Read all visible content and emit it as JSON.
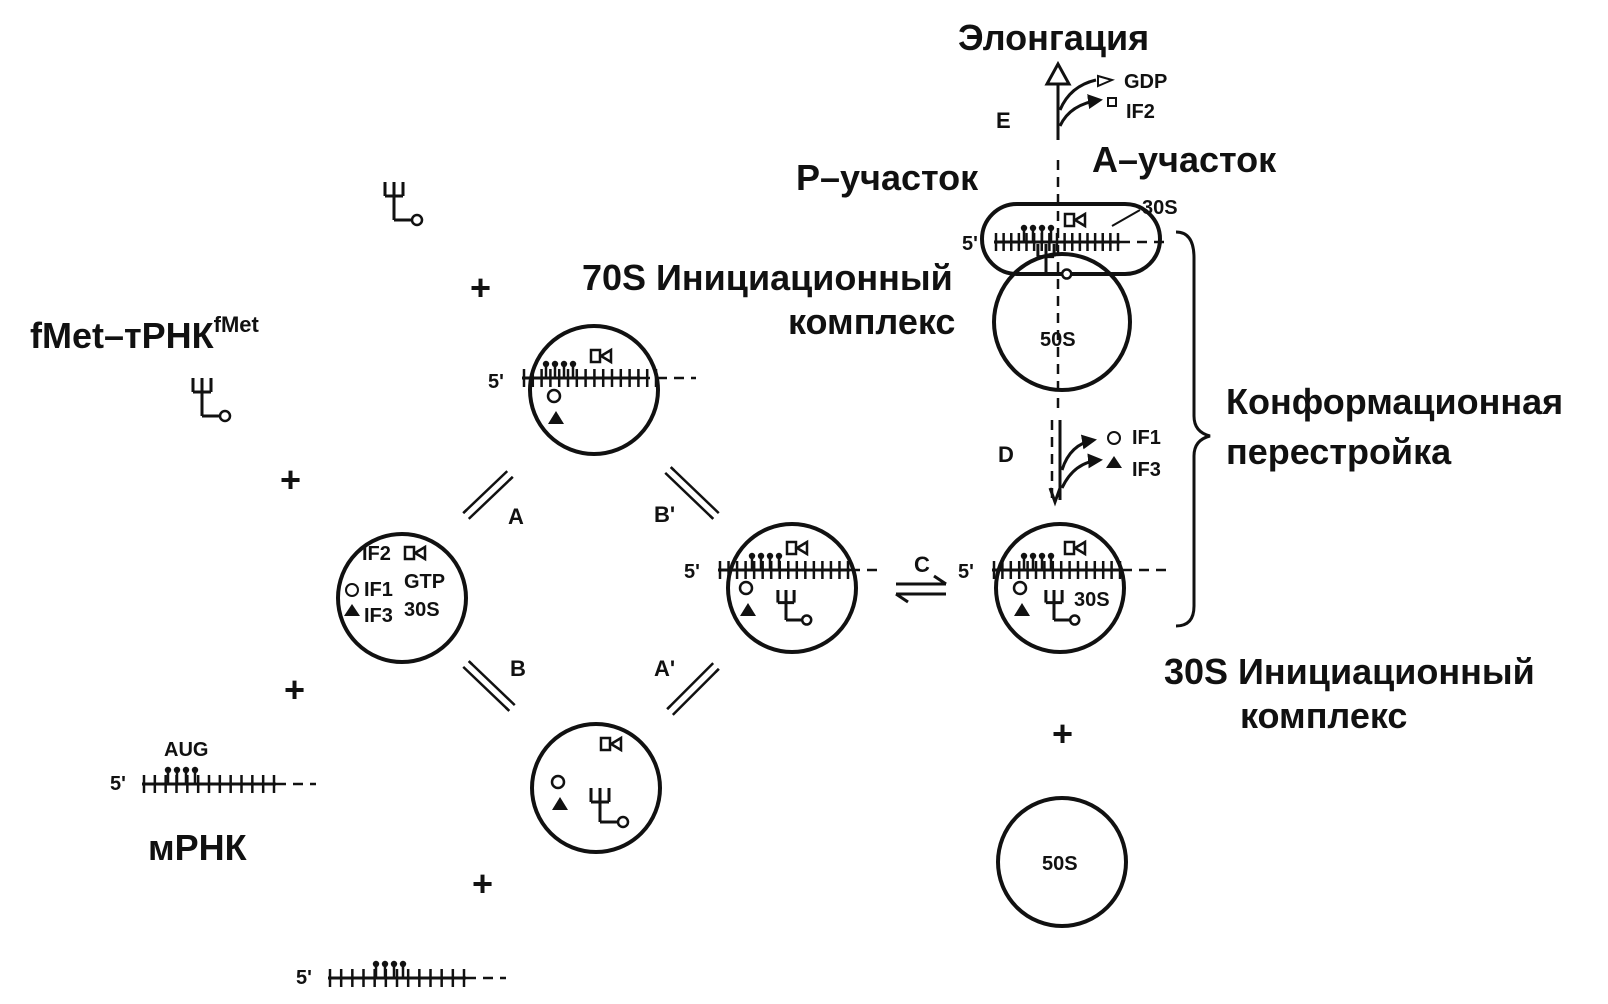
{
  "colors": {
    "ink": "#111111",
    "background": "#ffffff"
  },
  "labels": {
    "elongation": "Элонгация",
    "gdp": "GDP",
    "if2_release": "IF2",
    "step_e": "E",
    "p_site": "P–участок",
    "a_site": "A–участок",
    "complex70_line1": "70S Инициационный",
    "complex70_line2": "комплекс",
    "fmet_trna": "fMet–тРНК",
    "fmet_sup": "fMet",
    "conformational_line1": "Конформационная",
    "conformational_line2": "перестройка",
    "step_d": "D",
    "if1_release": "IF1",
    "if3_release": "IF3",
    "step_a": "A",
    "step_b_prime": "B'",
    "step_c": "C",
    "step_b": "B",
    "step_a_prime": "A'",
    "complex30_line1": "30S Инициационный",
    "complex30_line2": "комплекс",
    "aug": "AUG",
    "mrna": "мРНК",
    "plus": "+",
    "five_prime": "5'",
    "subunit_30s": "30S",
    "subunit_50s": "50S",
    "central_if2": "IF2",
    "central_if1": "IF1",
    "central_if3": "IF3",
    "central_gtp": "GTP",
    "central_30s": "30S"
  }
}
